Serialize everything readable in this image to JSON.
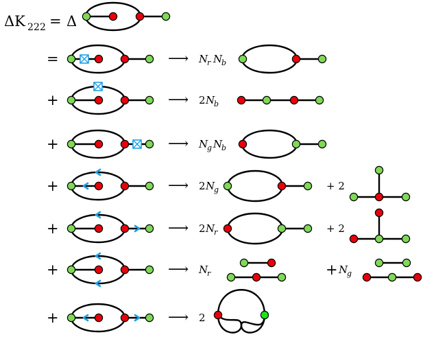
{
  "colors": {
    "red": "#e8000b",
    "green": "#7ed957",
    "bright_green": "#19e619",
    "blue": "#2d2ae0",
    "cyan": "#1ea0e6",
    "black": "#000000"
  },
  "header": {
    "lhs_delta": "ΔK",
    "lhs_sub1": "2",
    "lhs_sub2": "2",
    "lhs_sub3": "2",
    "eq_sign": "=",
    "rhs_delta": "Δ"
  },
  "rows": [
    {
      "op": "=",
      "arrow": "⟶",
      "coef_text": "",
      "factors": [
        {
          "text": "N",
          "sub": "r",
          "color": "red"
        },
        {
          "text": "N",
          "sub": "b",
          "color": "blue"
        }
      ]
    },
    {
      "op": "+",
      "arrow": "⟶",
      "coef_text": "2",
      "factors": [
        {
          "text": "N",
          "sub": "b",
          "color": "blue"
        }
      ]
    },
    {
      "op": "+",
      "arrow": "⟶",
      "coef_text": "",
      "factors": [
        {
          "text": "N",
          "sub": "g",
          "color": "green"
        },
        {
          "text": "N",
          "sub": "b",
          "color": "blue"
        }
      ]
    },
    {
      "op": "+",
      "arrow": "⟶",
      "coef_text": "2",
      "factors": [
        {
          "text": "N",
          "sub": "g",
          "color": "green"
        }
      ],
      "extra": "+ 2"
    },
    {
      "op": "+",
      "arrow": "⟶",
      "coef_text": "2",
      "factors": [
        {
          "text": "N",
          "sub": "r",
          "color": "red"
        }
      ],
      "extra": "+ 2"
    },
    {
      "op": "+",
      "arrow": "⟶",
      "coef_text": "",
      "factors": [
        {
          "text": "N",
          "sub": "r",
          "color": "red"
        }
      ],
      "extra_plus": "+",
      "extra_factor": {
        "text": "N",
        "sub": "g",
        "color": "green"
      }
    },
    {
      "op": "+",
      "arrow": "⟶",
      "coef_text": "2",
      "factors": []
    }
  ]
}
